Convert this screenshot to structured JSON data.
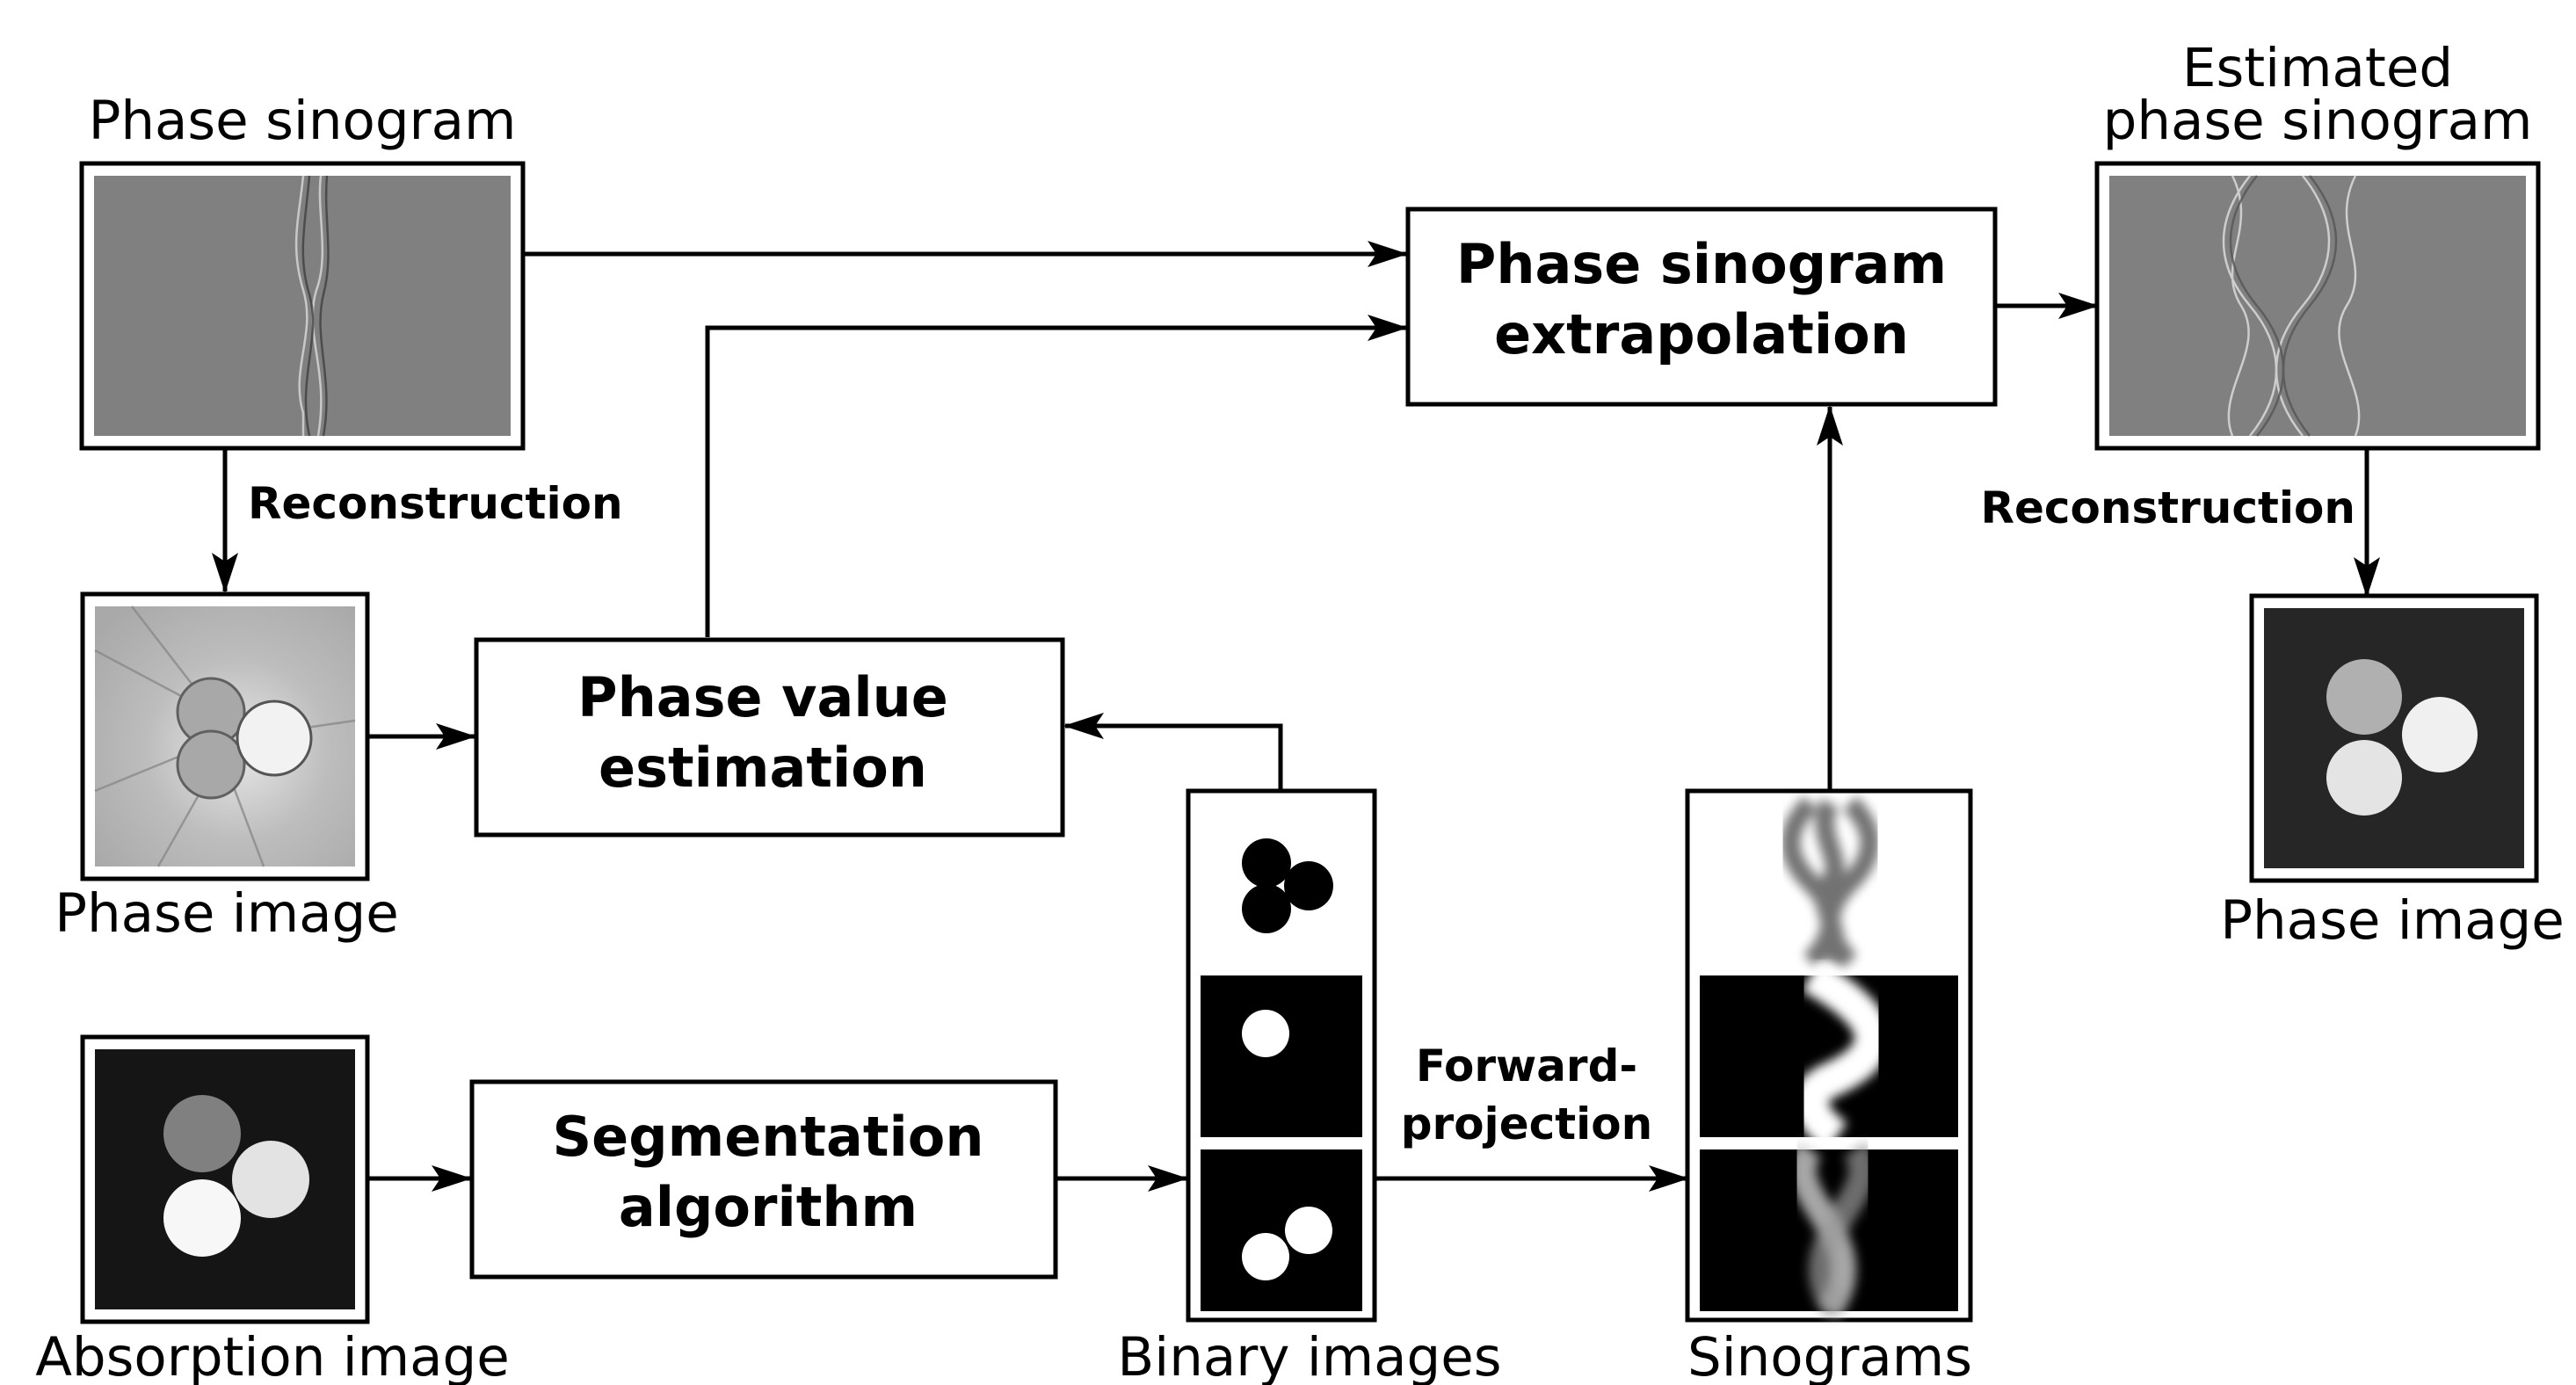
{
  "labels": {
    "phase_sinogram": "Phase sinogram",
    "estimated_line1": "Estimated",
    "estimated_line2": "phase sinogram",
    "phase_image_left": "Phase image",
    "phase_image_right": "Phase image",
    "absorption_image": "Absorption image",
    "binary_images": "Binary images",
    "sinograms": "Sinograms"
  },
  "processes": {
    "extrapolation_line1": "Phase sinogram",
    "extrapolation_line2": "extrapolation",
    "estimation_line1": "Phase value",
    "estimation_line2": "estimation",
    "segmentation_line1": "Segmentation",
    "segmentation_line2": "algorithm"
  },
  "edges": {
    "reconstruction_left": "Reconstruction",
    "reconstruction_right": "Reconstruction",
    "forward_line1": "Forward-",
    "forward_line2": "projection"
  },
  "colors": {
    "sinogram_gray": "#808080",
    "phase_image_light": "#bdbdbd",
    "dark_background": "#151515",
    "recon_background": "#262626",
    "binary_black": "#000000"
  }
}
